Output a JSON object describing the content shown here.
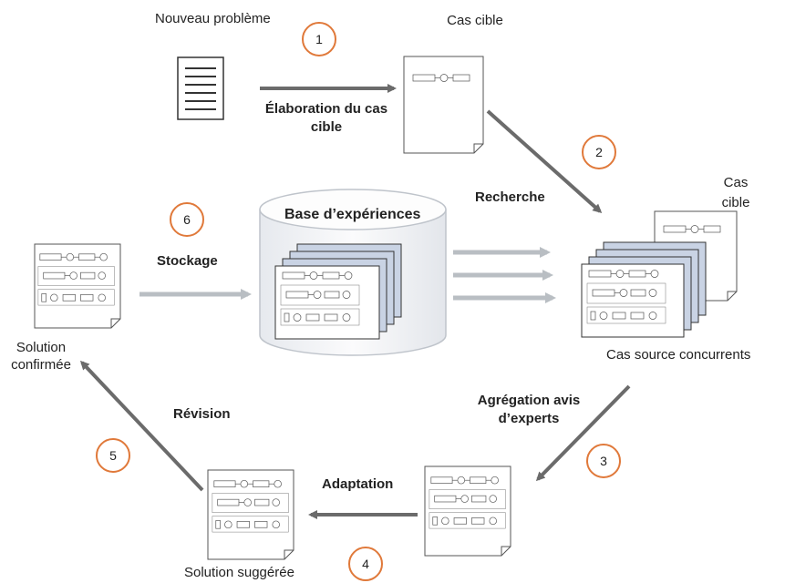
{
  "labels": {
    "nouveau_probleme": "Nouveau problème",
    "cas_cible_top": "Cas cible",
    "elaboration": "Élaboration du cas cible",
    "recherche": "Recherche",
    "cas_cible_right": "Cas cible",
    "base": "Base d’expériences",
    "stockage": "Stockage",
    "solution_confirmee": "Solution confirmée",
    "cas_source": "Cas source concurrents",
    "agregation": "Agrégation avis d’experts",
    "revision": "Révision",
    "adaptation": "Adaptation",
    "solution_suggeree": "Solution suggérée"
  },
  "steps": [
    "1",
    "2",
    "3",
    "4",
    "5",
    "6"
  ],
  "colors": {
    "arrow_dark": "#6b6b6b",
    "arrow_light": "#b9bec3",
    "step_ring": "#e0793a",
    "card_fill": "#c9d3e4"
  }
}
